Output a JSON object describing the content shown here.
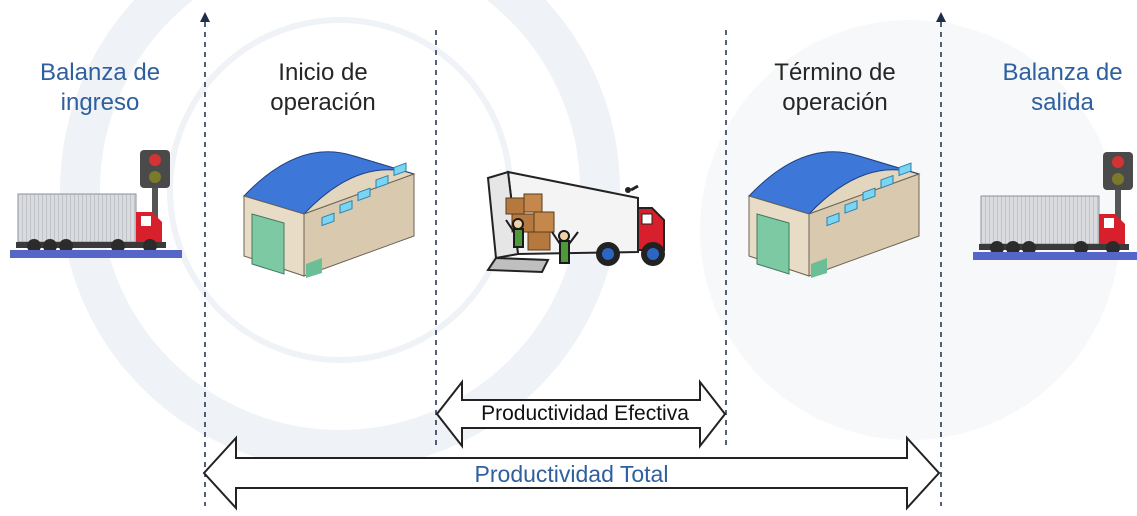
{
  "stages": {
    "entry_scale": {
      "line1": "Balanza de",
      "line2": "ingreso"
    },
    "operation_start": {
      "line1": "Inicio de",
      "line2": "operación"
    },
    "operation_end": {
      "line1": "Término de",
      "line2": "operación"
    },
    "exit_scale": {
      "line1": "Balanza de",
      "line2": "salida"
    }
  },
  "arrows": {
    "effective": "Productividad Efectiva",
    "total": "Productividad Total"
  },
  "colors": {
    "label_blue": "#2e5f9e",
    "label_dark": "#262626",
    "dashed_line": "#1f2d4d",
    "warehouse_roof": "#3d78d8",
    "warehouse_wall": "#e9dcc6",
    "truck_cab": "#d8202c"
  },
  "icons": [
    "truck-on-scale-icon",
    "warehouse-icon",
    "unloading-truck-icon",
    "traffic-light-icon"
  ]
}
